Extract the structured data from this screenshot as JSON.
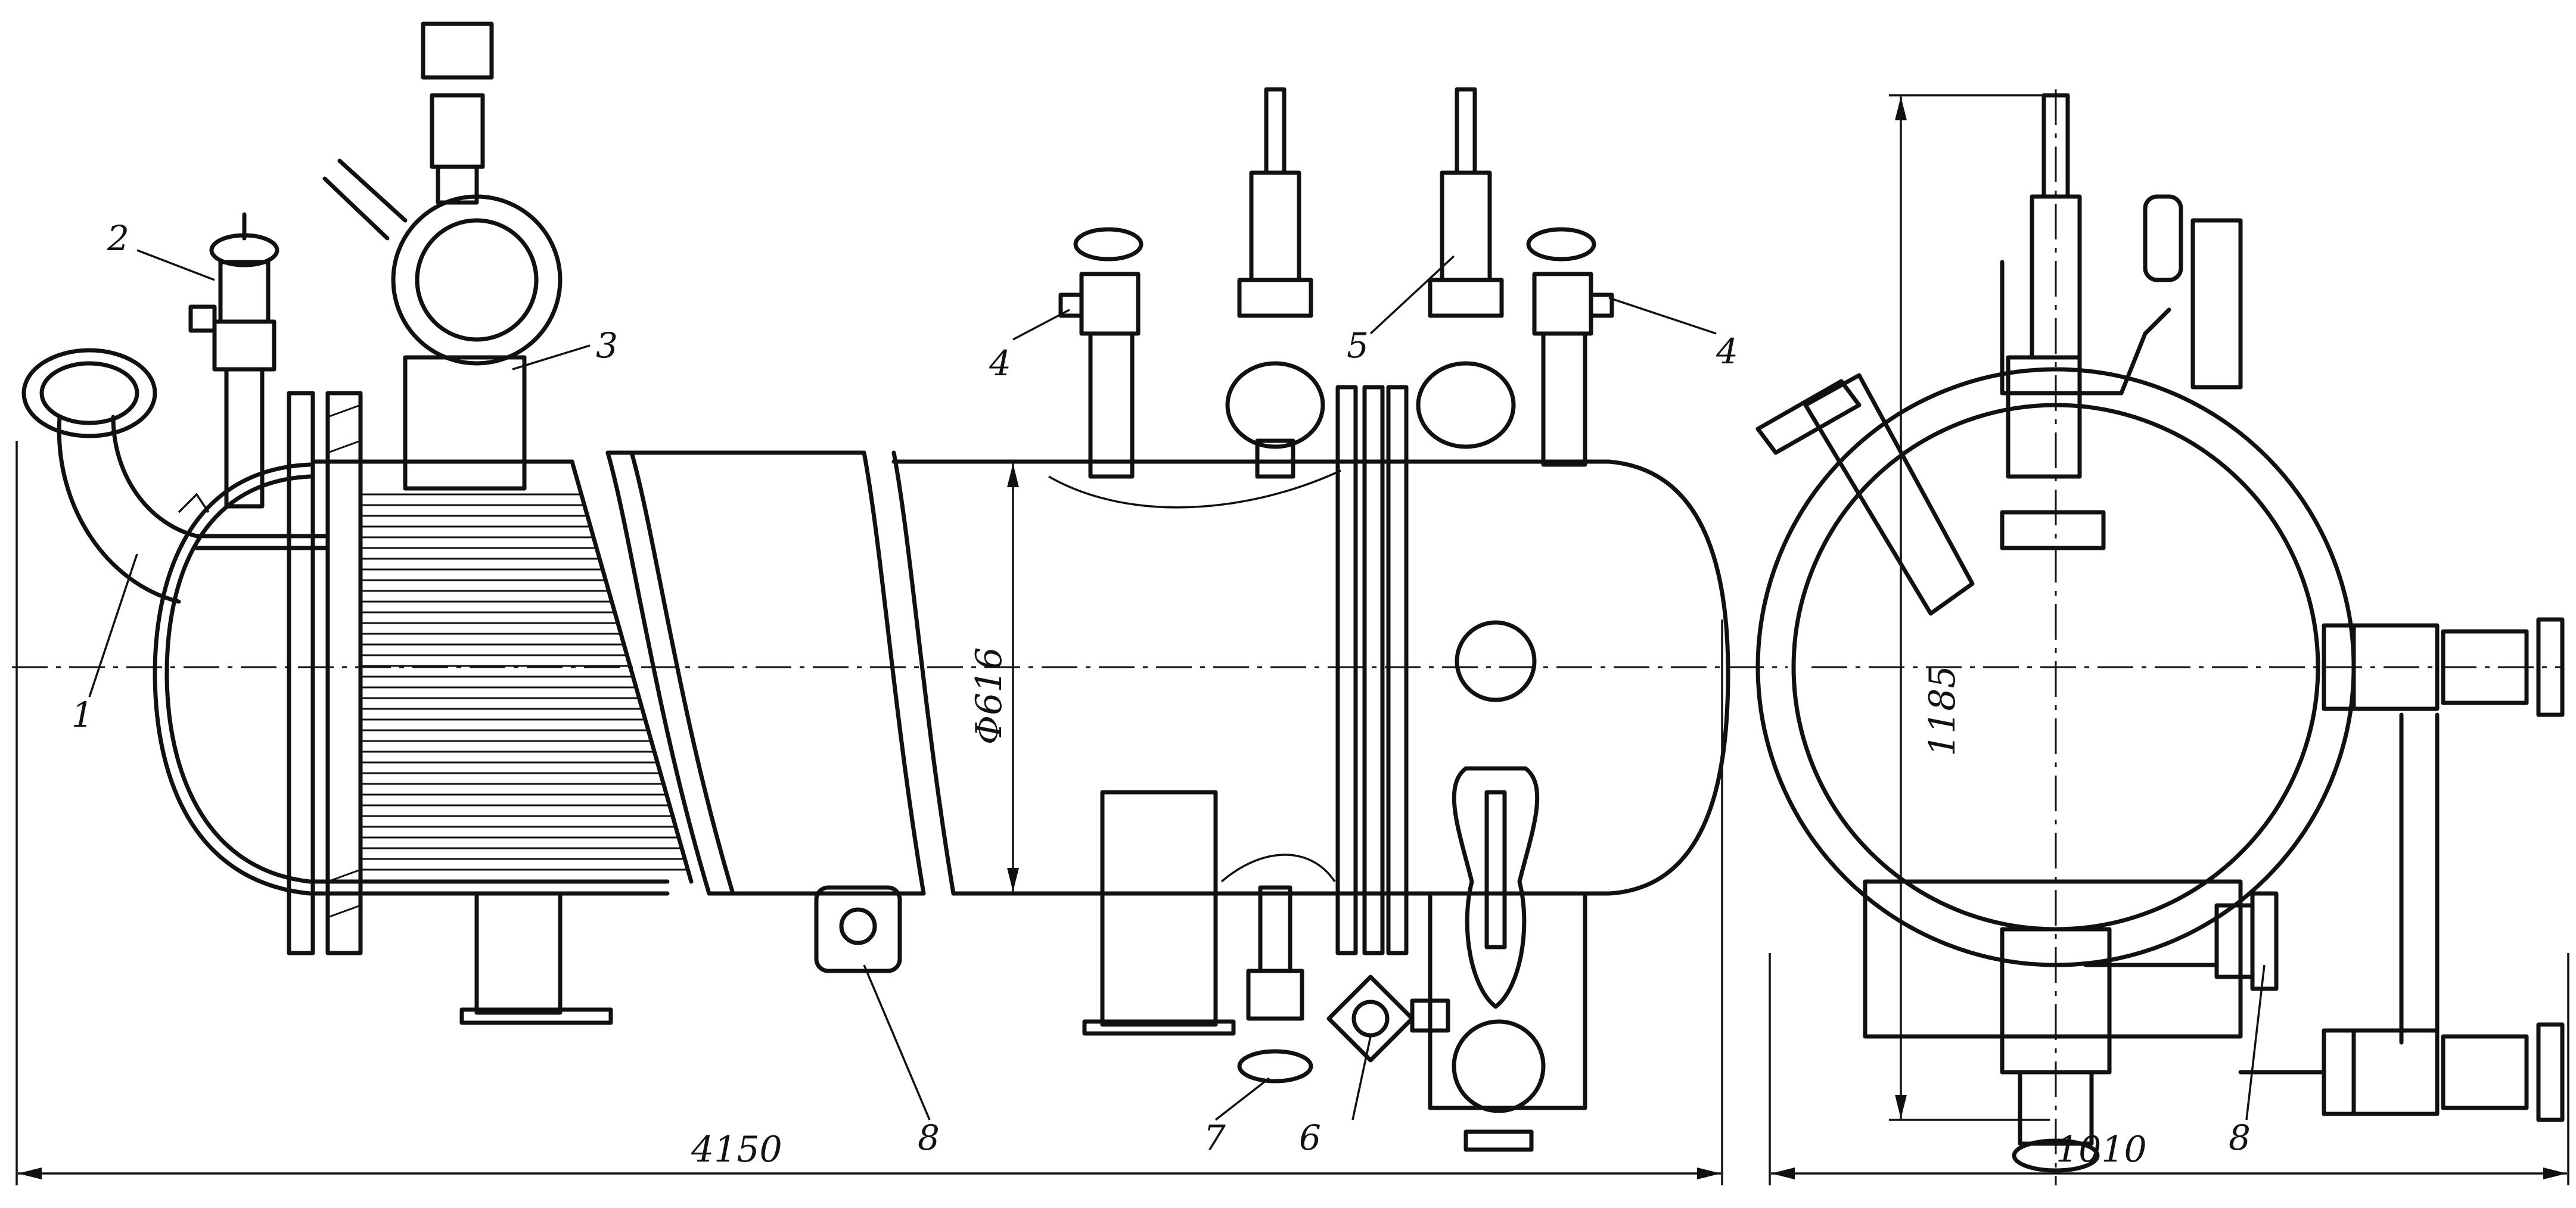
{
  "callouts": {
    "c1": "1",
    "c2": "2",
    "c3": "3",
    "c4a": "4",
    "c4b": "4",
    "c5": "5",
    "c6": "6",
    "c7": "7",
    "c8a": "8",
    "c8b": "8"
  },
  "dimensions": {
    "overall_length": "4150",
    "diameter": "Φ616",
    "height": "1185",
    "width": "1010"
  }
}
